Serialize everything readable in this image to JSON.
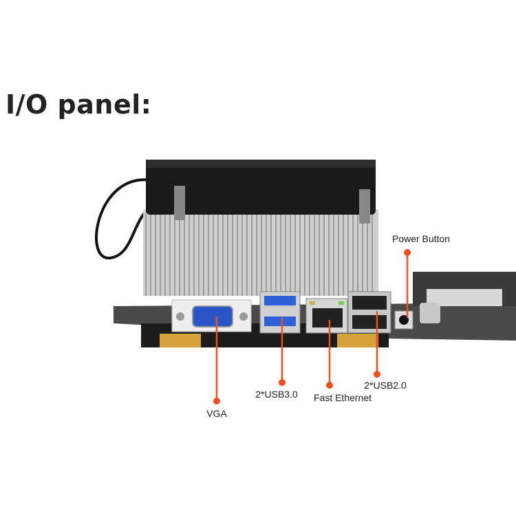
{
  "title": "I/O panel:",
  "accent_color": "#f04e1c",
  "callouts": {
    "power_button": "Power Button",
    "vga": "VGA",
    "usb3": "2*USB3.0",
    "ethernet": "Fast Ethernet",
    "usb2": "2*USB2.0"
  }
}
